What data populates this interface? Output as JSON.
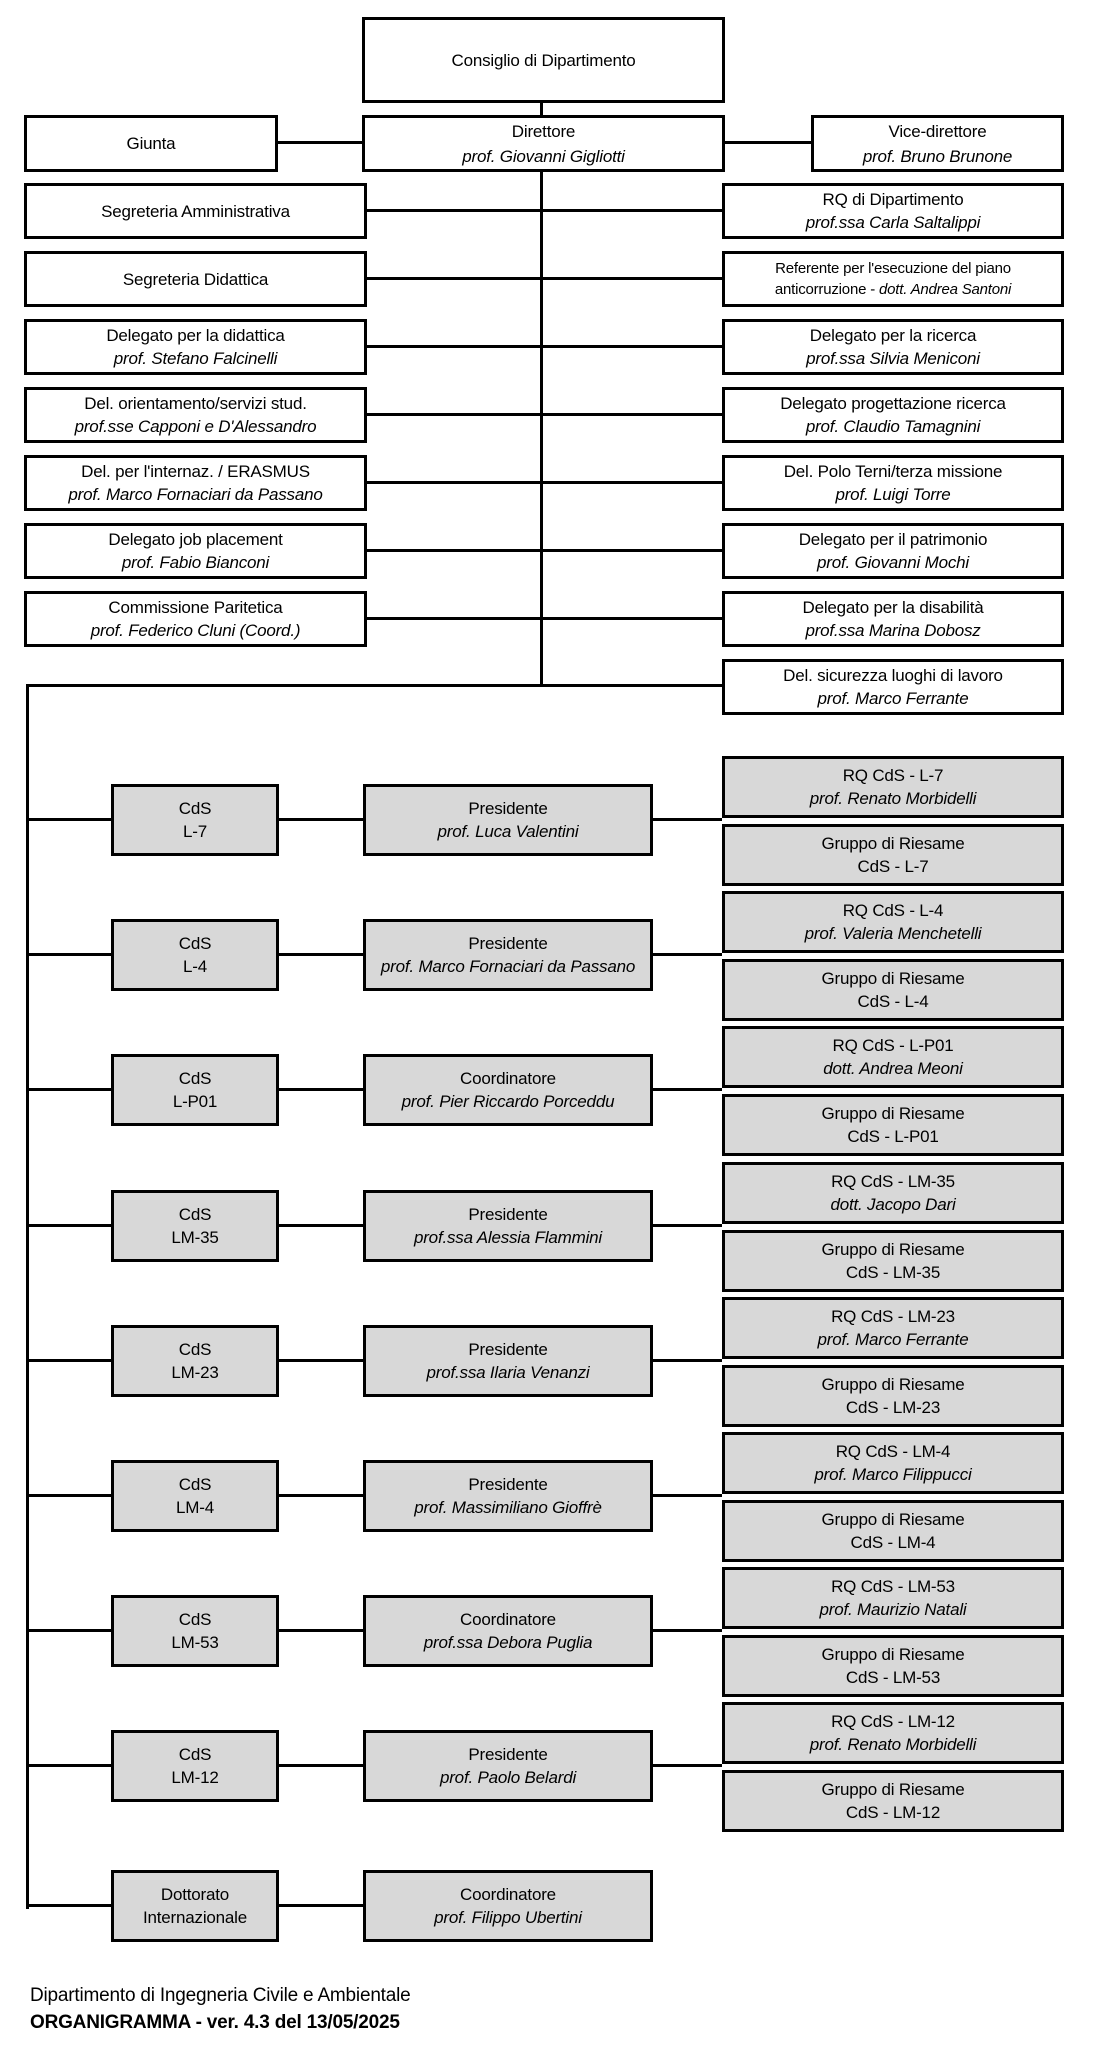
{
  "top": {
    "consiglio": "Consiglio di Dipartimento",
    "giunta": "Giunta",
    "direttore": {
      "title": "Direttore",
      "name": "prof. Giovanni Gigliotti"
    },
    "vice_direttore": {
      "title": "Vice-direttore",
      "name": "prof. Bruno Brunone"
    }
  },
  "left_column": [
    {
      "title": "Segreteria Amministrativa"
    },
    {
      "title": "Segreteria Didattica"
    },
    {
      "title": "Delegato per la didattica",
      "name": "prof. Stefano Falcinelli"
    },
    {
      "title": "Del. orientamento/servizi stud.",
      "name": "prof.sse Capponi e D'Alessandro"
    },
    {
      "title": "Del. per l'internaz. / ERASMUS",
      "name": "prof. Marco Fornaciari da Passano"
    },
    {
      "title": "Delegato job placement",
      "name": "prof. Fabio Bianconi"
    },
    {
      "title": "Commissione Paritetica",
      "name": "prof. Federico Cluni (Coord.)"
    }
  ],
  "right_column": [
    {
      "title": "RQ di Dipartimento",
      "name": "prof.ssa Carla Saltalippi"
    },
    {
      "title": "Referente per l'esecuzione del piano",
      "name_prefix": "anticorruzione - ",
      "name": "dott. Andrea Santoni"
    },
    {
      "title": "Delegato per la ricerca",
      "name": "prof.ssa Silvia Meniconi"
    },
    {
      "title": "Delegato progettazione ricerca",
      "name": "prof. Claudio Tamagnini"
    },
    {
      "title": "Del. Polo Terni/terza missione",
      "name": "prof. Luigi Torre"
    },
    {
      "title": "Delegato per il patrimonio",
      "name": "prof. Giovanni Mochi"
    },
    {
      "title": "Delegato per la disabilità",
      "name": "prof.ssa Marina Dobosz"
    },
    {
      "title": "Del. sicurezza luoghi di lavoro",
      "name": "prof. Marco Ferrante"
    }
  ],
  "cds_rows": [
    {
      "org": [
        "CdS",
        "L-7"
      ],
      "role": "Presidente",
      "name": "prof. Luca Valentini",
      "rq": {
        "title": "RQ CdS - L-7",
        "name": "prof. Renato Morbidelli"
      },
      "riesame": {
        "line1": "Gruppo di Riesame",
        "line2": "CdS - L-7"
      }
    },
    {
      "org": [
        "CdS",
        "L-4"
      ],
      "role": "Presidente",
      "name": "prof. Marco Fornaciari da Passano",
      "rq": {
        "title": "RQ CdS - L-4",
        "name": "prof. Valeria Menchetelli"
      },
      "riesame": {
        "line1": "Gruppo di Riesame",
        "line2": "CdS - L-4"
      }
    },
    {
      "org": [
        "CdS",
        "L-P01"
      ],
      "role": "Coordinatore",
      "name": "prof. Pier Riccardo Porceddu",
      "rq": {
        "title": "RQ CdS - L-P01",
        "name": "dott. Andrea Meoni"
      },
      "riesame": {
        "line1": "Gruppo di Riesame",
        "line2": "CdS - L-P01"
      }
    },
    {
      "org": [
        "CdS",
        "LM-35"
      ],
      "role": "Presidente",
      "name": "prof.ssa Alessia Flammini",
      "rq": {
        "title": "RQ CdS - LM-35",
        "name": "dott. Jacopo Dari"
      },
      "riesame": {
        "line1": "Gruppo di Riesame",
        "line2": "CdS - LM-35"
      }
    },
    {
      "org": [
        "CdS",
        "LM-23"
      ],
      "role": "Presidente",
      "name": "prof.ssa Ilaria Venanzi",
      "rq": {
        "title": "RQ CdS - LM-23",
        "name": "prof. Marco Ferrante"
      },
      "riesame": {
        "line1": "Gruppo di Riesame",
        "line2": "CdS - LM-23"
      }
    },
    {
      "org": [
        "CdS",
        "LM-4"
      ],
      "role": "Presidente",
      "name": "prof. Massimiliano Gioffrè",
      "rq": {
        "title": "RQ CdS - LM-4",
        "name": "prof. Marco Filippucci"
      },
      "riesame": {
        "line1": "Gruppo di Riesame",
        "line2": "CdS - LM-4"
      }
    },
    {
      "org": [
        "CdS",
        "LM-53"
      ],
      "role": "Coordinatore",
      "name": "prof.ssa Debora Puglia",
      "rq": {
        "title": "RQ CdS - LM-53",
        "name": "prof. Maurizio Natali"
      },
      "riesame": {
        "line1": "Gruppo di Riesame",
        "line2": "CdS - LM-53"
      }
    },
    {
      "org": [
        "CdS",
        "LM-12"
      ],
      "role": "Presidente",
      "name": "prof. Paolo Belardi",
      "rq": {
        "title": "RQ CdS - LM-12",
        "name": "prof. Renato Morbidelli"
      },
      "riesame": {
        "line1": "Gruppo di Riesame",
        "line2": "CdS - LM-12"
      }
    },
    {
      "org": [
        "Dottorato",
        "Internazionale"
      ],
      "role": "Coordinatore",
      "name": "prof. Filippo Ubertini"
    }
  ],
  "footer": {
    "line1": "Dipartimento di Ingegneria Civile e Ambientale",
    "line2": "ORGANIGRAMMA - ver. 4.3 del 13/05/2025"
  },
  "colors": {
    "box_fill_white": "#ffffff",
    "box_fill_gray": "#d8d8d8",
    "line": "#000000"
  }
}
